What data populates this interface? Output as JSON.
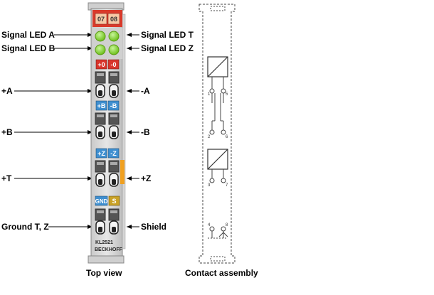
{
  "labels": {
    "signal_led_a": "Signal LED A",
    "signal_led_b": "Signal LED B",
    "signal_led_t": "Signal LED T",
    "signal_led_z": "Signal LED Z",
    "plus_a": "+A",
    "minus_a": "-A",
    "plus_b": "+B",
    "minus_b": "-B",
    "plus_t": "+T",
    "plus_z": "+Z",
    "ground": "Ground T, Z",
    "shield": "Shield"
  },
  "captions": {
    "top_view": "Top view",
    "contact_assembly": "Contact assembly"
  },
  "terminal": {
    "channel_left": "07",
    "channel_right": "08",
    "tag_plus_0": "+0",
    "tag_minus_0": "-0",
    "tag_plus_b": "+B",
    "tag_minus_b": "-B",
    "tag_plus_z": "+Z",
    "tag_minus_z": "-Z",
    "tag_gnd": "GND",
    "tag_s": "S",
    "model": "KL2521",
    "brand": "BECKHOFF"
  },
  "contact_pins": {
    "p1": "1",
    "p5": "5",
    "p2": "2",
    "p6": "6",
    "p3": "3",
    "p7": "7",
    "p4": "4",
    "p8": "8"
  },
  "colors": {
    "red_header": "#d93a2b",
    "led_green": "#7ed321",
    "tag_red": "#d9342b",
    "tag_blue": "#3f8fd0",
    "tag_gold": "#c9a227",
    "accent_orange": "#f0a020"
  }
}
